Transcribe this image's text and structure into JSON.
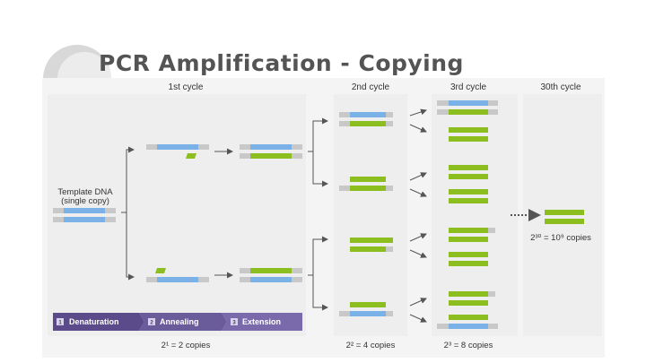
{
  "title": "PCR Amplification - Copying",
  "figure": {
    "columns": [
      {
        "header": "1st cycle",
        "footer": "2¹ = 2 copies"
      },
      {
        "header": "2nd cycle",
        "footer": "2² = 4 copies"
      },
      {
        "header": "3rd cycle",
        "footer": "2³ = 8 copies"
      },
      {
        "header": "30th cycle",
        "footer": "2³⁰ = 10⁹ copies"
      }
    ],
    "template_label": [
      "Template DNA",
      "(single copy)"
    ],
    "stages": [
      {
        "number": "1",
        "label": "Denaturation",
        "color": "#5b4b8a"
      },
      {
        "number": "2",
        "label": "Annealing",
        "color": "#6a5b9a"
      },
      {
        "number": "3",
        "label": "Extension",
        "color": "#7a6aab"
      }
    ],
    "colors": {
      "template_strand": "#7ab2e8",
      "new_strand": "#8cbe1f",
      "primer_region": "#c8c8c8",
      "panel_background": "#eeeeee",
      "arrow": "#555555"
    }
  }
}
